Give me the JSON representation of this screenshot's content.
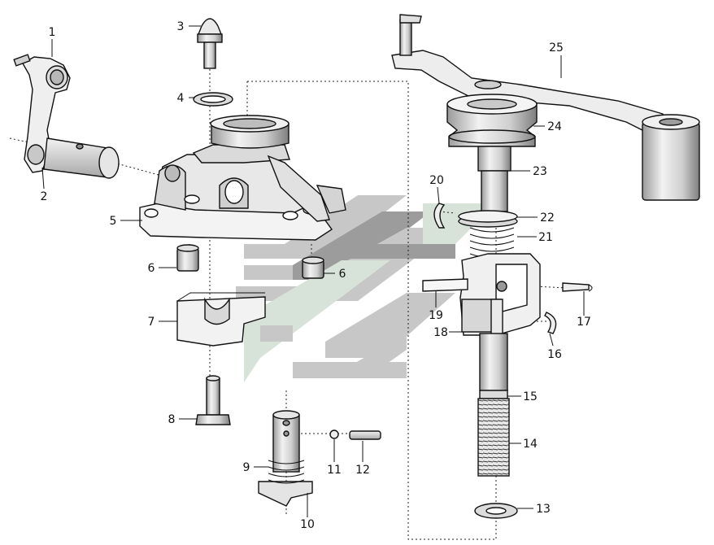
{
  "diagram": {
    "labels": [
      {
        "id": "1",
        "text": "1"
      },
      {
        "id": "2",
        "text": "2"
      },
      {
        "id": "3",
        "text": "3"
      },
      {
        "id": "4",
        "text": "4"
      },
      {
        "id": "5",
        "text": "5"
      },
      {
        "id": "6a",
        "text": "6"
      },
      {
        "id": "6b",
        "text": "6"
      },
      {
        "id": "7",
        "text": "7"
      },
      {
        "id": "8",
        "text": "8"
      },
      {
        "id": "9",
        "text": "9"
      },
      {
        "id": "10",
        "text": "10"
      },
      {
        "id": "11",
        "text": "11"
      },
      {
        "id": "12",
        "text": "12"
      },
      {
        "id": "13",
        "text": "13"
      },
      {
        "id": "14",
        "text": "14"
      },
      {
        "id": "15",
        "text": "15"
      },
      {
        "id": "16",
        "text": "16"
      },
      {
        "id": "17",
        "text": "17"
      },
      {
        "id": "18",
        "text": "18"
      },
      {
        "id": "19",
        "text": "19"
      },
      {
        "id": "20",
        "text": "20"
      },
      {
        "id": "21",
        "text": "21"
      },
      {
        "id": "22",
        "text": "22"
      },
      {
        "id": "23",
        "text": "23"
      },
      {
        "id": "24",
        "text": "24"
      },
      {
        "id": "25",
        "text": "25"
      }
    ]
  },
  "colors": {
    "line": "#111111",
    "part_fill": "#f4f4f4",
    "part_shade": "#bdbdbd",
    "watermark_grey": "#c7c7c7",
    "watermark_dark": "#9c9c9c",
    "watermark_green": "#d7e3d9"
  }
}
